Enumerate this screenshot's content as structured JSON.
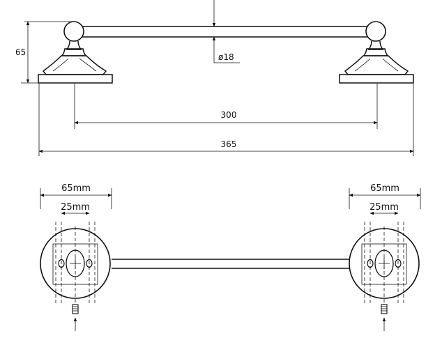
{
  "side_view": {
    "height_label": "65",
    "diameter_label": "ø18",
    "inner_span_label": "300",
    "total_span_label": "365"
  },
  "top_view": {
    "left_outer_label": "65mm",
    "left_inner_label": "25mm",
    "right_outer_label": "65mm",
    "right_inner_label": "25mm"
  }
}
